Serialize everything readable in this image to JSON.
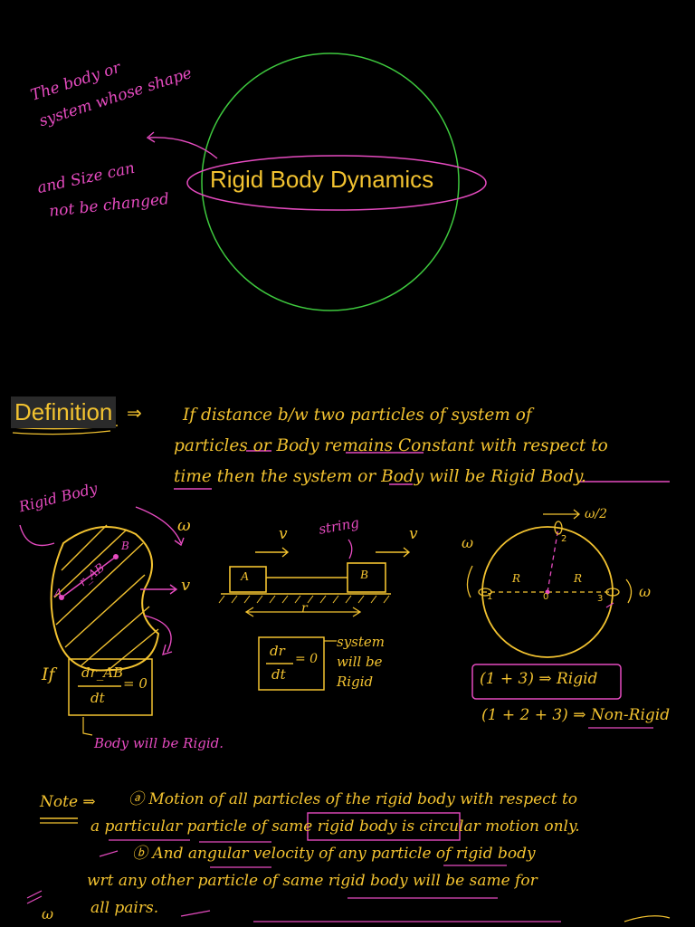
{
  "title": "Rigid Body Dynamics",
  "side_note": [
    "The body or",
    "system whose shape",
    "and Size can",
    "not be changed"
  ],
  "definition": {
    "label": "Definition",
    "arrow": "⇒",
    "lines": [
      "If distance b/w two particles of system of",
      "particles or Body remains Constant with respect to",
      "time then the system or Body will be Rigid Body."
    ]
  },
  "figure_blob": {
    "label": "Rigid Body",
    "omega": "ω",
    "v": "v",
    "r_ab": "r_AB",
    "A": "A",
    "B": "B",
    "if": "If",
    "numerator": "dr_AB",
    "denominator": "dt",
    "equals": "= 0",
    "conclusion": "Body will be Rigid."
  },
  "figure_string": {
    "v_left": "v",
    "v_right": "v",
    "string": "string",
    "block_a": "A",
    "block_b": "B",
    "r": "r",
    "numerator": "dr",
    "denominator": "dt",
    "equals": "= 0",
    "result": [
      "system",
      "will be",
      "Rigid"
    ]
  },
  "figure_circle": {
    "omega_top": "ω/2",
    "omega_left": "ω",
    "omega_right": "ω",
    "R_left": "R",
    "R_right": "R",
    "p1": "1",
    "p0": "0",
    "p2": "2",
    "p3": "3",
    "case1": "(1 + 3) ⇒ Rigid",
    "case2": "(1 + 2 + 3) ⇒ Non-Rigid"
  },
  "note": {
    "label": "Note ⇒",
    "lines": [
      "ⓐ Motion of all particles of the rigid body with respect to",
      "a particular particle of same rigid body is circular motion only.",
      "ⓑ And angular velocity of any particle of rigid body",
      "wrt any other particle of same rigid body will be same for",
      "all pairs."
    ],
    "margin_symbol": "ω"
  },
  "colors": {
    "ink_yellow": "#f2c230",
    "ink_pink": "#e64bc0",
    "circle_green": "#3ec93e"
  }
}
